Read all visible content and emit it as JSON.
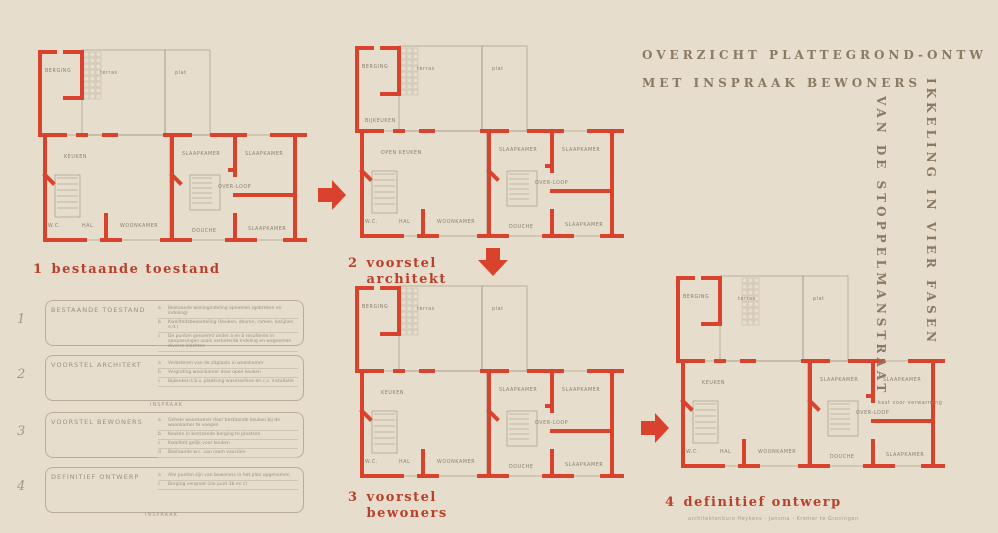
{
  "title": {
    "line1": "OVERZICHT PLATTEGROND-ONTW",
    "line1_curve": "IKKELING IN VIER FASEN",
    "line2": "MET INSPRAAK BEWONERS",
    "line2_curve": "VAN DE STOPPELMANSTRAAT"
  },
  "colors": {
    "wall": "#d9432e",
    "paper": "#e6ddcd",
    "thin_line": "#9b8f7c",
    "stencil": "#8a7a62"
  },
  "plans": [
    {
      "number": "1",
      "caption": "bestaande toestand",
      "labels": {
        "berging": "BERGING",
        "terras": "terras",
        "plat": "plat",
        "keuken": "KEUKEN",
        "hal": "HAL",
        "wc": "W.C.",
        "woonkamer": "WOONKAMER",
        "slaapkamer1": "SLAAPKAMER",
        "slaapkamer2": "SLAAPKAMER",
        "overloop": "OVER-LOOP",
        "douche": "DOUCHE",
        "slaapkamer3": "SLAAPKAMER"
      }
    },
    {
      "number": "2",
      "caption": "voorstel architekt",
      "labels": {
        "berging": "BERGING",
        "terras": "terras",
        "plat": "plat",
        "keuken": "OPEN KEUKEN",
        "bijkeuken": "BIJKEUKEN",
        "hal": "HAL",
        "wc": "W.C.",
        "woonkamer": "WOONKAMER",
        "slaapkamer1": "SLAAPKAMER",
        "slaapkamer2": "SLAAPKAMER",
        "overloop": "OVER-LOOP",
        "douche": "DOUCHE",
        "slaapkamer3": "SLAAPKAMER"
      }
    },
    {
      "number": "3",
      "caption": "voorstel bewoners",
      "labels": {
        "berging": "BERGING",
        "terras": "terras",
        "plat": "plat",
        "keuken": "KEUKEN",
        "hal": "HAL",
        "wc": "W.C.",
        "woonkamer": "WOONKAMER",
        "slaapkamer1": "SLAAPKAMER",
        "slaapkamer2": "SLAAPKAMER",
        "overloop": "OVER-LOOP",
        "douche": "DOUCHE",
        "slaapkamer3": "SLAAPKAMER"
      }
    },
    {
      "number": "4",
      "caption": "definitief ontwerp",
      "labels": {
        "berging": "BERGING",
        "terras": "terras",
        "plat": "plat",
        "keuken": "KEUKEN",
        "hal": "HAL",
        "wc": "W.C.",
        "woonkamer": "WOONKAMER",
        "slaapkamer1": "SLAAPKAMER",
        "slaapkamer2": "SLAAPKAMER",
        "overloop": "OVER-LOOP",
        "douche": "DOUCHE",
        "slaapkamer3": "SLAAPKAMER",
        "kast": "kast voor verwarming"
      }
    }
  ],
  "legend": [
    {
      "number": "1",
      "heading": "BESTAANDE TOESTAND",
      "items": [
        {
          "key": "a",
          "text": "Bestaande woningindeling opnemen (gebreken en indeling)"
        },
        {
          "key": "b",
          "text": "Kwaliteitsbeoordeling (keuken, deuren, ramen, kozijnen e.d.)"
        },
        {
          "key": "c",
          "text": "De punten genoemd onder a en b resulteren in aanpassingen zoals verbeterde indeling en wegnemen diverse klachten"
        }
      ]
    },
    {
      "number": "2",
      "heading": "VOORSTEL ARCHITEKT",
      "items": [
        {
          "key": "a",
          "text": "Verbeteren van de zitplaats in woonkamer"
        },
        {
          "key": "b",
          "text": "Vergroting woonkamer door open keuken"
        },
        {
          "key": "c",
          "text": "Bijkeuken t.b.v. plaatsing wasmachine en c.v. installatie"
        }
      ]
    },
    {
      "number": "3",
      "heading": "VOORSTEL BEWONERS",
      "items": [
        {
          "key": "a",
          "text": "Gehele woonkamer door bestaande keuken bij de woonkamer te voegen"
        },
        {
          "key": "b",
          "text": "Keuken in bestaande berging te plaatsen"
        },
        {
          "key": "c",
          "text": "Kwaliteit gelijk voor keuken"
        },
        {
          "key": "d",
          "text": "Bestaande w.c. van raam voorzien"
        }
      ]
    },
    {
      "number": "4",
      "heading": "DEFINITIEF ONTWERP",
      "items": [
        {
          "key": "a",
          "text": "Alle punten zijn van bewoners in het plan opgenomen"
        },
        {
          "key": "c",
          "text": "Berging vergroot (zie punt 3b en c)"
        }
      ]
    }
  ],
  "inspraak_label": "INSPRAAK",
  "credit": "architektenburo Heykens - Jansma - Kremer te Groningen"
}
